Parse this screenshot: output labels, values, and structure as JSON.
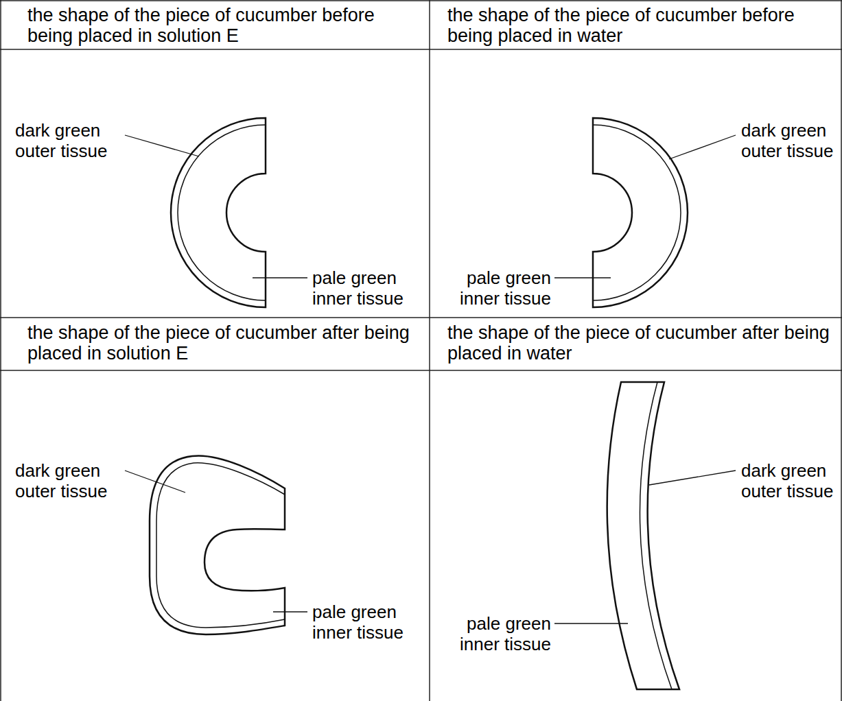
{
  "diagram": {
    "labels": [
      "the shape of the piece of cucumber before being placed in solution E",
      "the shape of the piece of cucumber before being placed in water",
      "dark green outer tissue",
      "pale green inner tissue",
      "dark green outer tissue",
      "pale green inner tissue",
      "the shape of the piece of cucumber after being placed in solution E",
      "the shape of the piece of cucumber after being placed in water",
      "dark green outer tissue",
      "pale green inner tissue",
      "dark green outer tissue",
      "pale green inner tissue"
    ]
  }
}
